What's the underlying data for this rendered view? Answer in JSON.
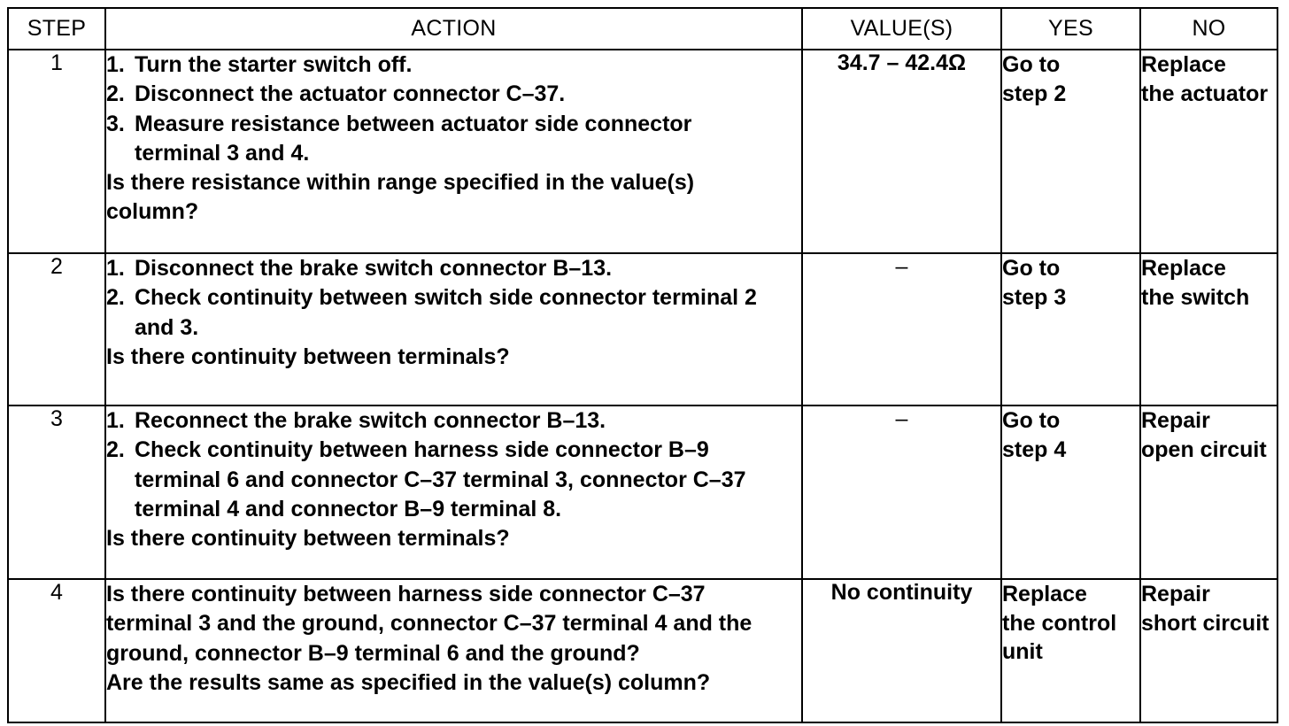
{
  "table": {
    "headers": {
      "step": "STEP",
      "action": "ACTION",
      "values": "VALUE(S)",
      "yes": "YES",
      "no": "NO"
    },
    "rows": [
      {
        "step": "1",
        "action_lines": [
          {
            "type": "numbered",
            "num": "1.",
            "text": "Turn the starter switch off."
          },
          {
            "type": "numbered",
            "num": "2.",
            "text": "Disconnect the actuator connector C–37."
          },
          {
            "type": "numbered",
            "num": "3.",
            "text": "Measure resistance between actuator side connector"
          },
          {
            "type": "continuation",
            "text": "terminal 3 and 4."
          },
          {
            "type": "plain",
            "text": "Is there resistance within range specified in the value(s)"
          },
          {
            "type": "plain",
            "text": "column?"
          }
        ],
        "value": "34.7 – 42.4Ω",
        "yes_lines": [
          "Go to",
          "step 2"
        ],
        "no_lines": [
          "Replace",
          "the actuator"
        ]
      },
      {
        "step": "2",
        "action_lines": [
          {
            "type": "numbered",
            "num": "1.",
            "text": "Disconnect the brake switch connector B–13."
          },
          {
            "type": "numbered",
            "num": "2.",
            "text": "Check continuity between switch side connector terminal 2"
          },
          {
            "type": "continuation",
            "text": "and 3."
          },
          {
            "type": "plain",
            "text": "Is there continuity between terminals?"
          }
        ],
        "value": "–",
        "yes_lines": [
          "Go to",
          "step 3"
        ],
        "no_lines": [
          "Replace",
          "the switch"
        ]
      },
      {
        "step": "3",
        "action_lines": [
          {
            "type": "numbered",
            "num": "1.",
            "text": "Reconnect the brake switch connector B–13."
          },
          {
            "type": "numbered",
            "num": "2.",
            "text": "Check continuity between harness side connector B–9"
          },
          {
            "type": "continuation",
            "text": "terminal 6 and connector C–37 terminal 3, connector C–37"
          },
          {
            "type": "continuation",
            "text": "terminal 4 and connector B–9 terminal 8."
          },
          {
            "type": "plain",
            "text": "Is there continuity between terminals?"
          }
        ],
        "value": "–",
        "yes_lines": [
          "Go to",
          "step 4"
        ],
        "no_lines": [
          "Repair",
          "open circuit"
        ]
      },
      {
        "step": "4",
        "action_lines": [
          {
            "type": "plain",
            "text": "Is there continuity between harness side connector C–37"
          },
          {
            "type": "plain",
            "text": "terminal 3 and the ground, connector C–37 terminal 4 and the"
          },
          {
            "type": "plain",
            "text": "ground, connector B–9 terminal 6 and the ground?"
          },
          {
            "type": "plain",
            "text": "Are the results same as specified in the value(s) column?"
          }
        ],
        "value": "No continuity",
        "yes_lines": [
          "Replace",
          "the control",
          "unit"
        ],
        "no_lines": [
          "Repair",
          "short circuit"
        ]
      }
    ]
  },
  "colors": {
    "ink": "#000000",
    "paper": "#ffffff"
  }
}
